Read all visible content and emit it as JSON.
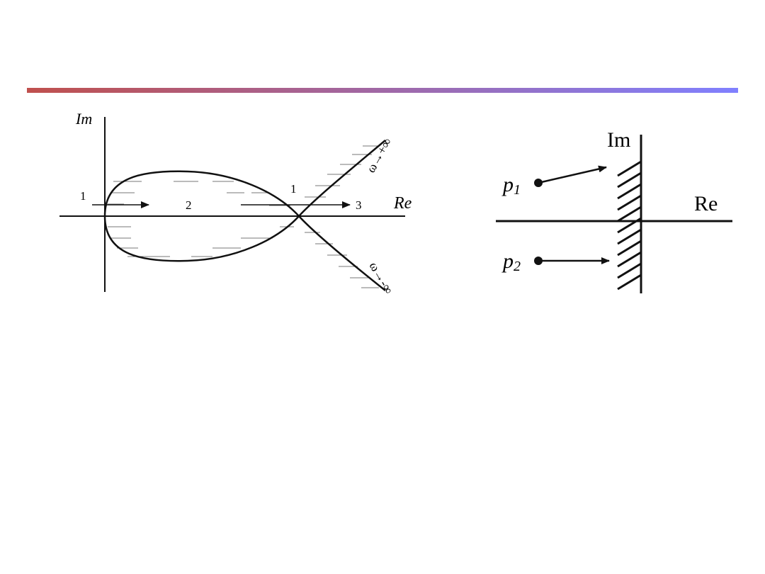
{
  "slide": {
    "accent_gradient": [
      "#c0504d",
      "#8080ff"
    ]
  },
  "left_diagram": {
    "axis_im": "Im",
    "axis_re": "Re",
    "region_label_left": "1",
    "region_label_middle": "2",
    "region_label_crossing": "1",
    "region_label_right": "3",
    "branch_upper": "ω→+∞",
    "branch_lower": "ω→-∞"
  },
  "right_diagram": {
    "axis_im": "Im",
    "axis_re": "Re",
    "pole_1": "p",
    "pole_1_sub": "1",
    "pole_2": "p",
    "pole_2_sub": "2"
  }
}
